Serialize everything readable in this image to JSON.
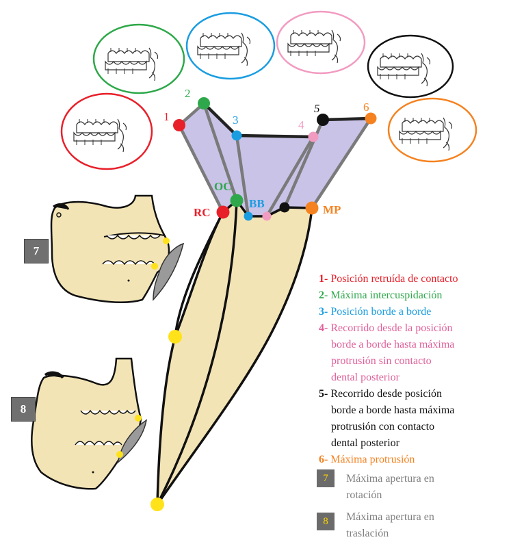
{
  "colors": {
    "red": "#e8202a",
    "green": "#2ea84a",
    "blue": "#1a9de0",
    "pink": "#f29bc1",
    "black": "#111111",
    "orange": "#f58220",
    "yellow": "#ffe21a",
    "lavender": "#c9c3e8",
    "bone": "#f3e4b6",
    "grey_box": "#6b6b6b"
  },
  "point_labels": {
    "p1": "1",
    "p2": "2",
    "p3": "3",
    "p4": "4",
    "p5": "5",
    "p6": "6",
    "rc": "RC",
    "oc": "OC",
    "bb": "BB",
    "mp": "MP"
  },
  "side_boxes": {
    "b7": "7",
    "b8": "8"
  },
  "legend": [
    {
      "num": "1-",
      "lines": [
        "Posición retruída de contacto"
      ],
      "color": "#e8202a"
    },
    {
      "num": "2-",
      "lines": [
        "Máxima intercuspidación"
      ],
      "color": "#2ea84a"
    },
    {
      "num": "3-",
      "lines": [
        "Posición borde a borde"
      ],
      "color": "#1a9de0"
    },
    {
      "num": "4-",
      "lines": [
        "Recorrido desde la posición",
        "borde a borde hasta máxima",
        "protrusión sin contacto",
        "dental posterior"
      ],
      "color": "#e0609a"
    },
    {
      "num": "5-",
      "lines": [
        "Recorrido desde posición",
        "borde a borde hasta máxima",
        "protrusión con contacto",
        "dental posterior"
      ],
      "color": "#111111"
    },
    {
      "num": "6-",
      "lines": [
        "Máxima protrusión"
      ],
      "color": "#f58220"
    }
  ],
  "grey_legend": [
    {
      "num": "7",
      "lines": [
        "Máxima apertura en",
        "rotación"
      ]
    },
    {
      "num": "8",
      "lines": [
        "Máxima apertura en",
        "traslación"
      ]
    }
  ]
}
